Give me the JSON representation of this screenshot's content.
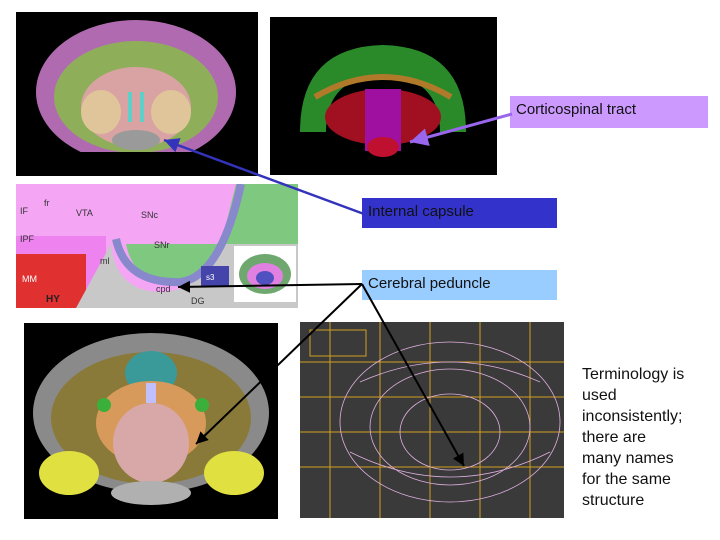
{
  "labels": {
    "corticospinal": "Corticospinal tract",
    "internal_capsule": "Internal capsule",
    "cerebral_peduncle": "Cerebral peduncle"
  },
  "note": {
    "lines": [
      "Terminology is",
      "used",
      "inconsistently;",
      "there are",
      "many names",
      "for the same",
      "structure"
    ]
  },
  "atlas": {
    "regions": [
      "VTA",
      "SNc",
      "SNr",
      "IPF",
      "MM",
      "HY",
      "cpd",
      "DG",
      "fr",
      "ml",
      "IF"
    ],
    "sublabel": "s3"
  },
  "colors": {
    "corticospinal_box": "#cc99ff",
    "internal_capsule_box": "#3333cc",
    "cerebral_peduncle_box": "#99ccff",
    "arrow_purple": "#9966ee",
    "arrow_blue": "#3333bb",
    "arrow_black": "#000000"
  }
}
